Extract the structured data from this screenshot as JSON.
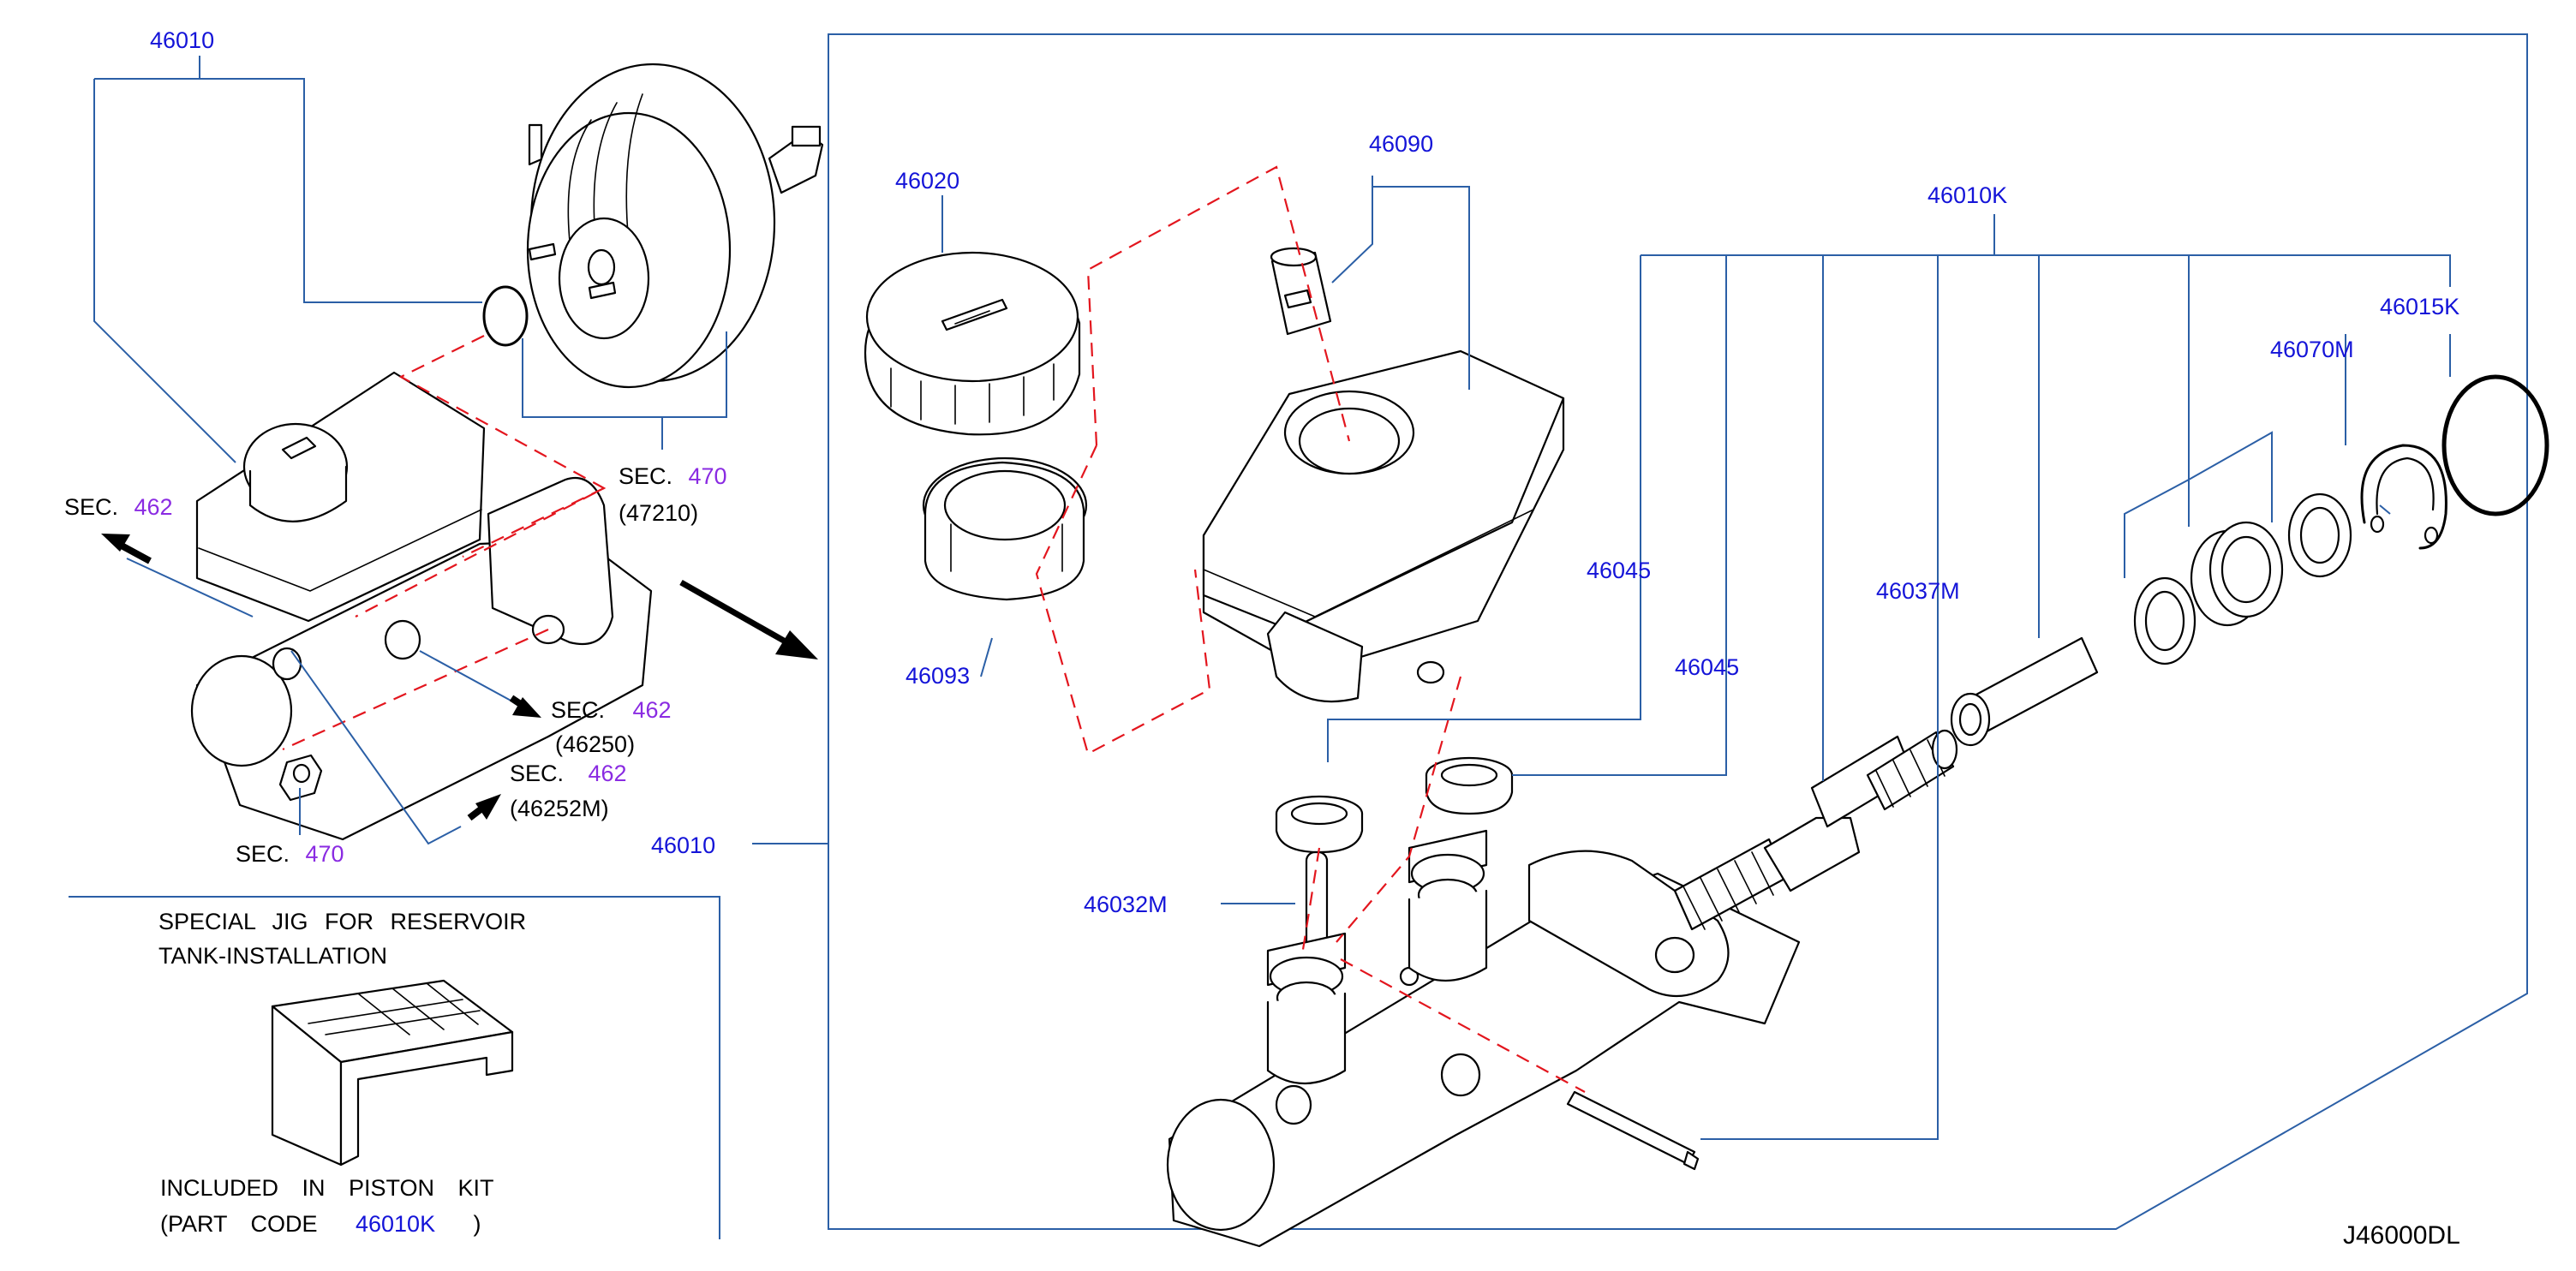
{
  "diagram_code": "J46000DL",
  "part_labels": {
    "p46010_top": "46010",
    "p46010_mid": "46010",
    "p46020": "46020",
    "p46090": "46090",
    "p46093": "46093",
    "p46010K": "46010K",
    "p46015K": "46015K",
    "p46070M": "46070M",
    "p46045_a": "46045",
    "p46045_b": "46045",
    "p46037M": "46037M",
    "p46032M": "46032M"
  },
  "section_refs": [
    {
      "prefix": "SEC.",
      "number": "470",
      "sub": "(47210)"
    },
    {
      "prefix": "SEC.",
      "number": "462",
      "sub": ""
    },
    {
      "prefix": "SEC.",
      "number": "462",
      "sub": "(46250)"
    },
    {
      "prefix": "SEC.",
      "number": "462",
      "sub": "(46252M)"
    },
    {
      "prefix": "SEC.",
      "number": "470",
      "sub": ""
    }
  ],
  "special_jig": {
    "title_line1": "SPECIAL JIG FOR RESERVOIR",
    "title_line2": "TANK-INSTALLATION",
    "note_line1": "INCLUDED IN PISTON KIT",
    "note_line2_prefix": "(PART CODE",
    "note_code": "46010K",
    "note_line2_suffix": ")"
  },
  "colors": {
    "part_number": "#1414d8",
    "section_number": "#8a2be2",
    "leader_line": "#2b5fa6",
    "dashed_guide": "#e3161e",
    "line_art": "#000000"
  }
}
